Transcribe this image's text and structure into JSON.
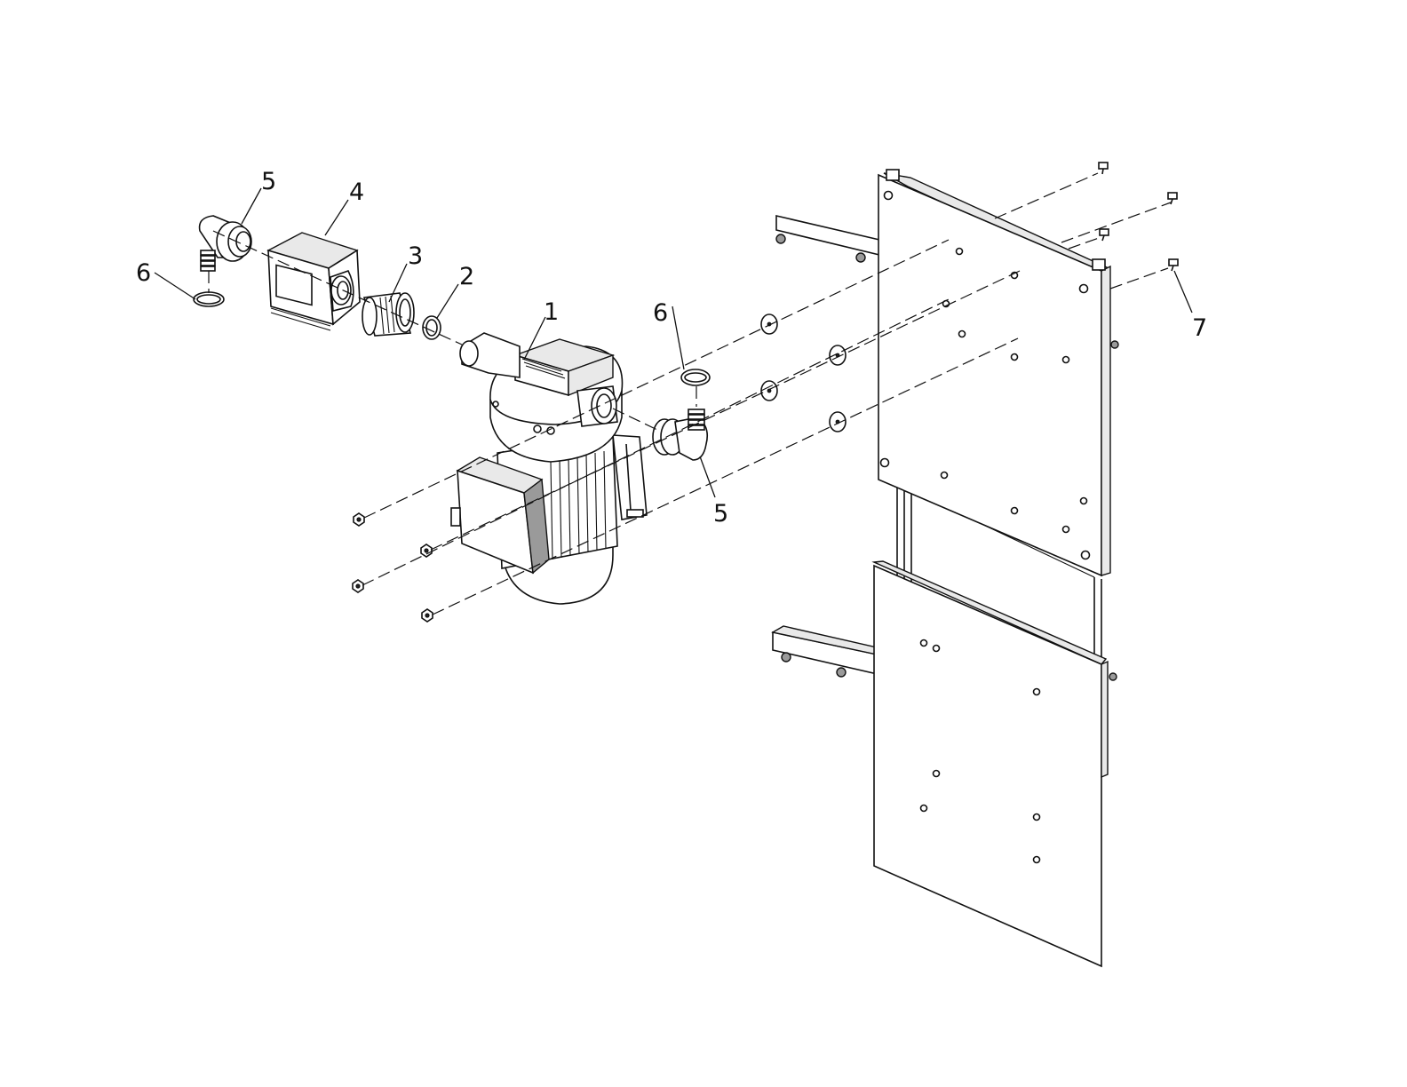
{
  "callouts": [
    {
      "id": "c1",
      "text": "1"
    },
    {
      "id": "c2",
      "text": "2"
    },
    {
      "id": "c3",
      "text": "3"
    },
    {
      "id": "c4",
      "text": "4"
    },
    {
      "id": "c5a",
      "text": "5"
    },
    {
      "id": "c5b",
      "text": "5"
    },
    {
      "id": "c6a",
      "text": "6"
    },
    {
      "id": "c6b",
      "text": "6"
    },
    {
      "id": "c7",
      "text": "7"
    }
  ]
}
